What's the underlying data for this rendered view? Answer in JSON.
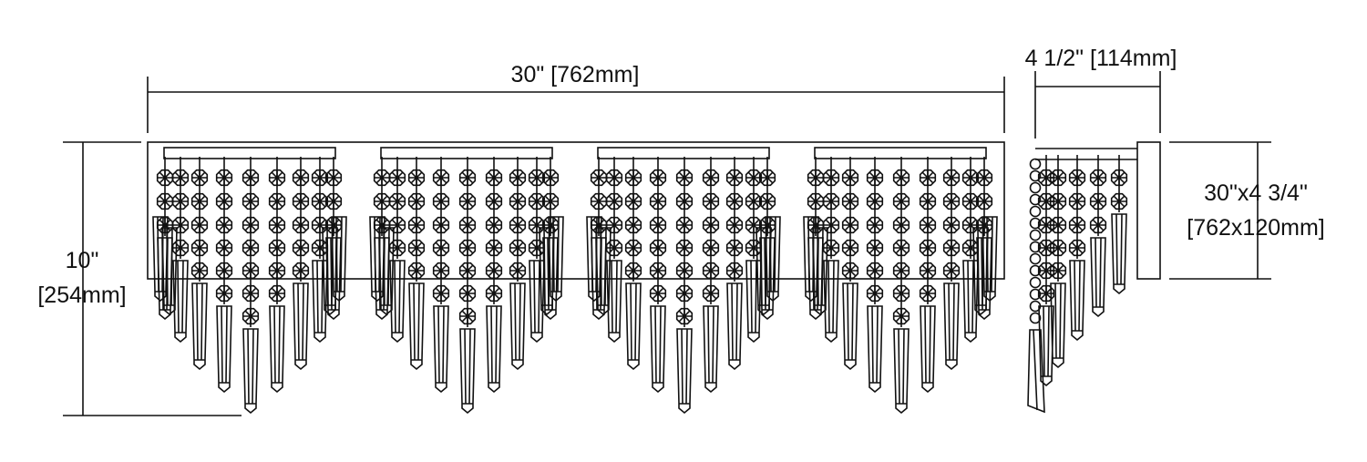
{
  "dimensions": {
    "width_label": "30\" [762mm]",
    "depth_label": "4 1/2\" [114mm]",
    "height_label_in": "10\"",
    "height_label_mm": "[254mm]",
    "backplate_label_in": "30\"x4 3/4\"",
    "backplate_label_mm": "[762x120mm]"
  },
  "fixture": {
    "front_clusters": 4,
    "line_color": "#111111"
  }
}
